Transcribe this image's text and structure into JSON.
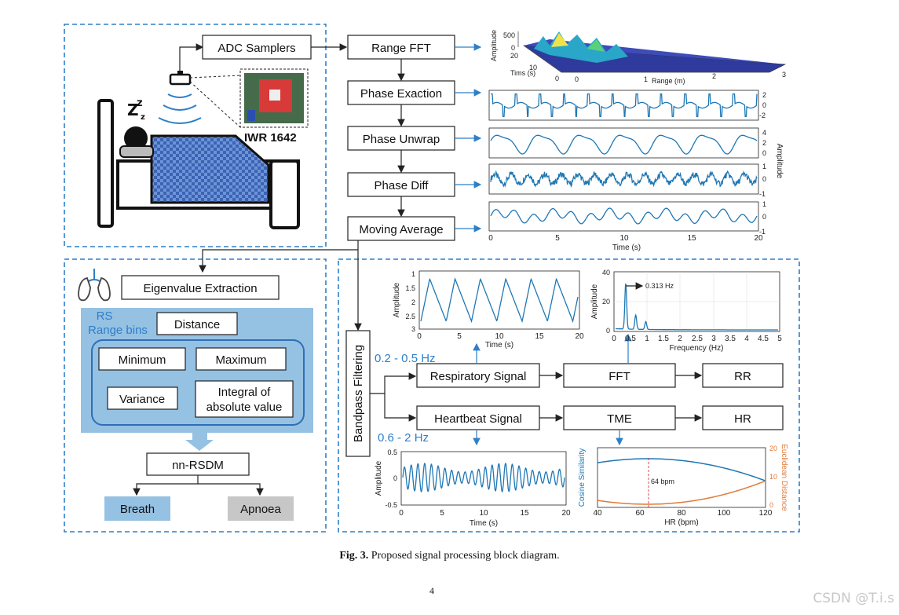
{
  "blocks": {
    "adc": "ADC Samplers",
    "range_fft": "Range FFT",
    "phase_extraction": "Phase Exaction",
    "phase_unwrap": "Phase Unwrap",
    "phase_diff": "Phase Diff",
    "moving_average": "Moving Average",
    "eigen": "Eigenvalue Extraction",
    "rs_line1": "RS",
    "rs_line2": "Range bins",
    "distance": "Distance",
    "minimum": "Minimum",
    "maximum": "Maximum",
    "variance": "Variance",
    "integral_1": "Integral of",
    "integral_2": "absolute value",
    "nn": "nn-RSDM",
    "breath": "Breath",
    "apnoea": "Apnoea",
    "bandpass": "Bandpass Filtering",
    "band_resp": "0.2 - 0.5 Hz",
    "band_heart": "0.6 - 2 Hz",
    "resp_signal": "Respiratory Signal",
    "heart_signal": "Heartbeat Signal",
    "fft": "FFT",
    "tme": "TME",
    "rr": "RR",
    "hr": "HR"
  },
  "sensor_label": "IWR 1642",
  "sleep_z": [
    "Z",
    "z",
    "z"
  ],
  "plots": {
    "fft3d": {
      "zlabel": "Amplitude",
      "ylabel": "Tims (s)",
      "xlabel": "Range (m)",
      "zticks": [
        "500",
        "0"
      ],
      "yticks": [
        "20",
        "10",
        "0"
      ],
      "xticks": [
        "0",
        "1",
        "2",
        "3"
      ]
    },
    "stack": {
      "ylabel": "Amplitude",
      "xlabel": "Time (s)",
      "xticks": [
        "0",
        "5",
        "10",
        "15",
        "20"
      ],
      "row_ticks": [
        [
          "2",
          "0",
          "-2"
        ],
        [
          "4",
          "2",
          "0"
        ],
        [
          "1",
          "0",
          "-1"
        ],
        [
          "1",
          "0",
          "-1"
        ]
      ]
    },
    "resp": {
      "ylabel": "Amplitude",
      "xlabel": "Time (s)",
      "yticks": [
        "1",
        "1.5",
        "2",
        "2.5",
        "3"
      ],
      "xticks": [
        "0",
        "5",
        "10",
        "15",
        "20"
      ]
    },
    "spectrum": {
      "ylabel": "Amplitude",
      "xlabel": "Frequency (Hz)",
      "yticks": [
        "40",
        "20",
        "0"
      ],
      "xticks": [
        "0",
        "0.5",
        "1",
        "1.5",
        "2",
        "2.5",
        "3",
        "3.5",
        "4",
        "4.5",
        "5"
      ],
      "annotation": "0.313 Hz"
    },
    "heart": {
      "ylabel": "Amplitude",
      "xlabel": "Time (s)",
      "yticks": [
        "0.5",
        "0",
        "-0.5"
      ],
      "xticks": [
        "0",
        "5",
        "10",
        "15",
        "20"
      ]
    },
    "tme": {
      "ylabel_left": "Cosine Similarity",
      "ylabel_right": "Euclidean Distance",
      "xlabel": "HR (bpm)",
      "yticks_right": [
        "20",
        "10",
        "0"
      ],
      "xticks": [
        "40",
        "60",
        "80",
        "100",
        "120"
      ],
      "annotation": "64 bpm",
      "colors": {
        "cosine": "#1f77b4",
        "euclid": "#e07b39"
      }
    }
  },
  "caption": {
    "label": "Fig. 3.",
    "text": "Proposed signal processing block diagram."
  },
  "page_number": "4",
  "watermark": "CSDN @T.i.s"
}
